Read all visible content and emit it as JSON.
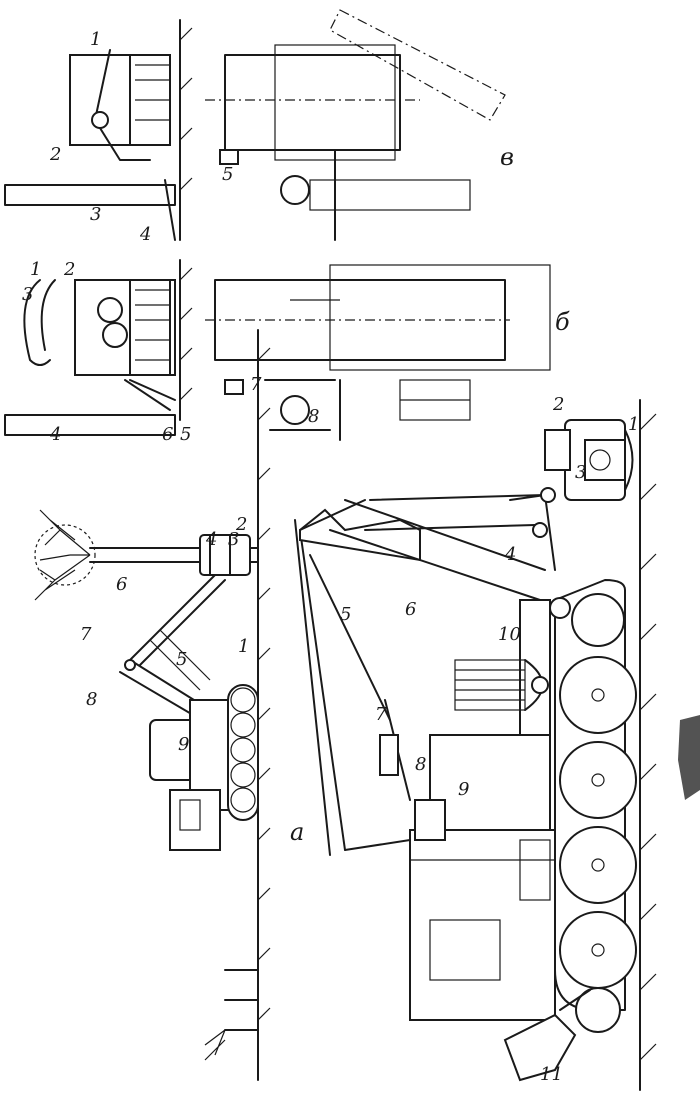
{
  "figure": {
    "panel_labels": {
      "a": "а",
      "b": "б",
      "v": "в"
    },
    "machine_a_labels": [
      "1",
      "2",
      "3",
      "4",
      "5",
      "6",
      "7",
      "8",
      "9"
    ],
    "machine_large_labels": [
      "1",
      "2",
      "3",
      "4",
      "5",
      "6",
      "7",
      "8",
      "9",
      "10",
      "11"
    ],
    "head_b_labels": [
      "1",
      "2",
      "3",
      "4",
      "5",
      "6",
      "7",
      "8"
    ],
    "head_v_labels": [
      "1",
      "2",
      "3",
      "4",
      "5"
    ]
  }
}
